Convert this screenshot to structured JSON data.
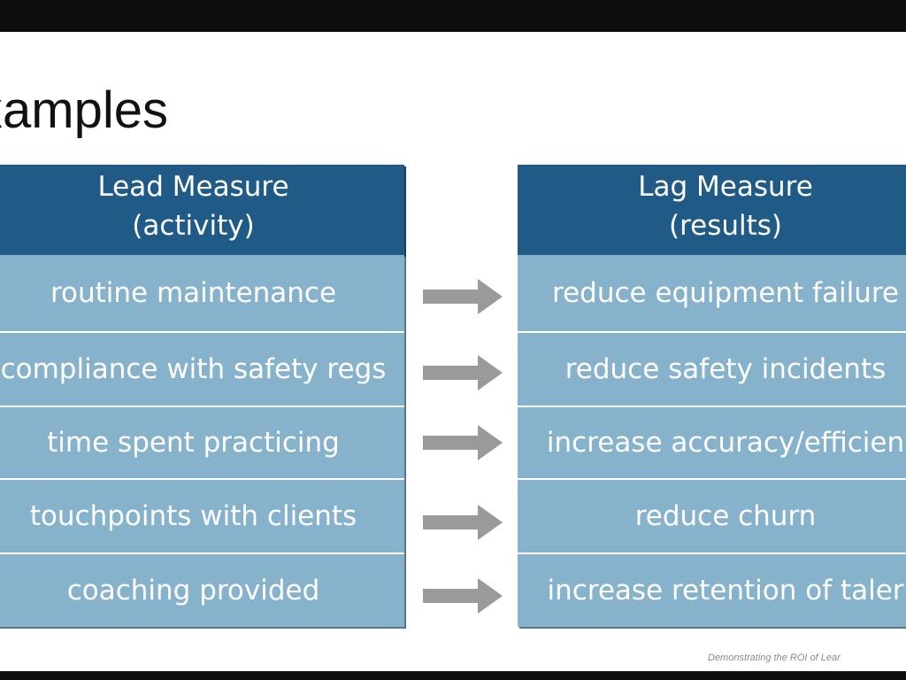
{
  "title": "xamples",
  "lead": {
    "header_line1": "Lead Measure",
    "header_line2": "(activity)",
    "rows": [
      "routine maintenance",
      "compliance with safety regs",
      "time spent practicing",
      "touchpoints with clients",
      "coaching provided"
    ]
  },
  "lag": {
    "header_line1": "Lag Measure",
    "header_line2": "(results)",
    "rows": [
      "reduce equipment failure",
      "reduce safety incidents",
      "increase accuracy/efficien",
      "reduce churn",
      "increase retention of taler"
    ]
  },
  "footer": "Demonstrating the ROI of Lear",
  "colors": {
    "header": "#1f5b86",
    "row": "#86b2cb",
    "arrow": "#9a9a9a"
  }
}
